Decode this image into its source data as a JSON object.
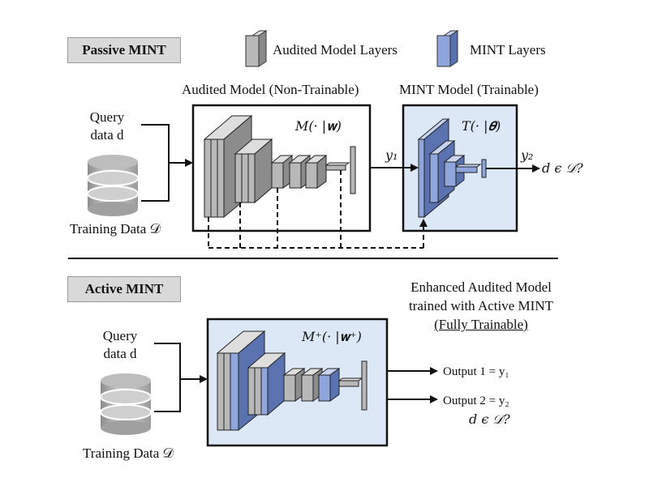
{
  "passive": {
    "badge": "Passive MINT",
    "legend_audited": "Audited Model Layers",
    "legend_mint": "MINT Layers",
    "audited_title": "Audited Model (Non-Trainable)",
    "mint_title": "MINT Model (Trainable)",
    "query_line1": "Query",
    "query_line2": "data d",
    "training": "Training Data 𝒟",
    "audited_formula": "M(· |𝐰)",
    "mint_formula": "T(· |𝜽)",
    "y1": "y₁",
    "y2": "y₂",
    "membership": "d ϵ 𝒟?"
  },
  "active": {
    "badge": "Active MINT",
    "title_line1": "Enhanced Audited Model",
    "title_line2": "trained with Active MINT",
    "title_line3": "(Fully Trainable)",
    "query_line1": "Query",
    "query_line2": "data d",
    "training": "Training Data 𝒟",
    "formula": "M⁺(· |𝐰⁺)",
    "output1": "Output 1 = y₁",
    "output2": "Output 2 = y₂",
    "membership": "d ϵ 𝒟?"
  },
  "colors": {
    "audited_layer": "#b8b8b8",
    "mint_layer": "#8fa6dc",
    "panel_fill": "#dce8f6",
    "badge_fill": "#d9d9d9"
  }
}
